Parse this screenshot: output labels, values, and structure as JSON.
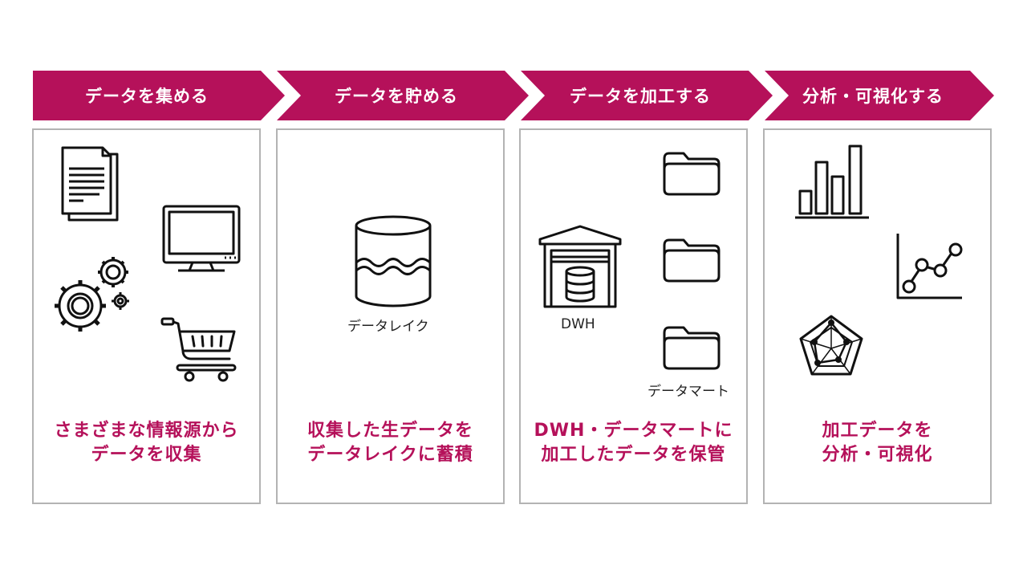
{
  "steps": [
    {
      "title": "データを集める",
      "caption": "さまざまな情報源から\nデータを収集",
      "icons": [
        "document-icon",
        "monitor-icon",
        "gears-icon",
        "shopping-cart-icon"
      ]
    },
    {
      "title": "データを貯める",
      "caption": "収集した生データを\nデータレイクに蓄積",
      "icons": [
        "data-lake-icon"
      ],
      "labels": {
        "data_lake": "データレイク"
      }
    },
    {
      "title": "データを加工する",
      "caption": "DWH・データマートに\n加工したデータを保管",
      "icons": [
        "warehouse-icon",
        "folder-icon"
      ],
      "labels": {
        "dwh": "DWH",
        "data_mart": "データマート"
      }
    },
    {
      "title": "分析・可視化する",
      "caption": "加工データを\n分析・可視化",
      "icons": [
        "bar-chart-icon",
        "line-chart-icon",
        "radar-chart-icon"
      ]
    }
  ],
  "colors": {
    "accent": "#b5115a",
    "border": "#b3b3b3"
  }
}
